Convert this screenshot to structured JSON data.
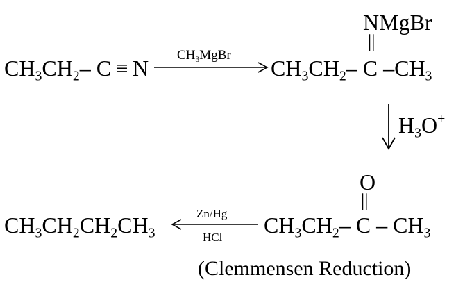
{
  "step1": {
    "reactant": {
      "group1": "CH",
      "sub1": "3",
      "group2": "CH",
      "sub2": "2",
      "bond": "–",
      "carbon": "C",
      "triple": "≡",
      "nitrogen": "N"
    },
    "reagent": {
      "pre": "CH",
      "sub": "3",
      "post": "MgBr"
    },
    "product": {
      "group1": "CH",
      "sub1": "3",
      "group2": "CH",
      "sub2": "2",
      "bond1": "–",
      "carbon": "C",
      "bond2": "–",
      "group3": "CH",
      "sub3": "3",
      "double_bond": "||",
      "substituent": "NMgBr"
    }
  },
  "step2": {
    "reagent": {
      "pre": "H",
      "sub": "3",
      "main": "O",
      "sup": "+"
    },
    "product": {
      "group1": "CH",
      "sub1": "3",
      "group2": "CH",
      "sub2": "2",
      "bond1": "–",
      "carbon": "C",
      "bond2": "–",
      "group3": "CH",
      "sub3": "3",
      "double_bond": "||",
      "oxygen": "O"
    }
  },
  "step3": {
    "reagent_top": "Zn/Hg",
    "reagent_bottom": "HCl",
    "product": {
      "g1": "CH",
      "s1": "3",
      "g2": "CH",
      "s2": "2",
      "g3": "CH",
      "s3": "2",
      "g4": "CH",
      "s4": "3"
    },
    "name": "(Clemmensen Reduction)"
  }
}
